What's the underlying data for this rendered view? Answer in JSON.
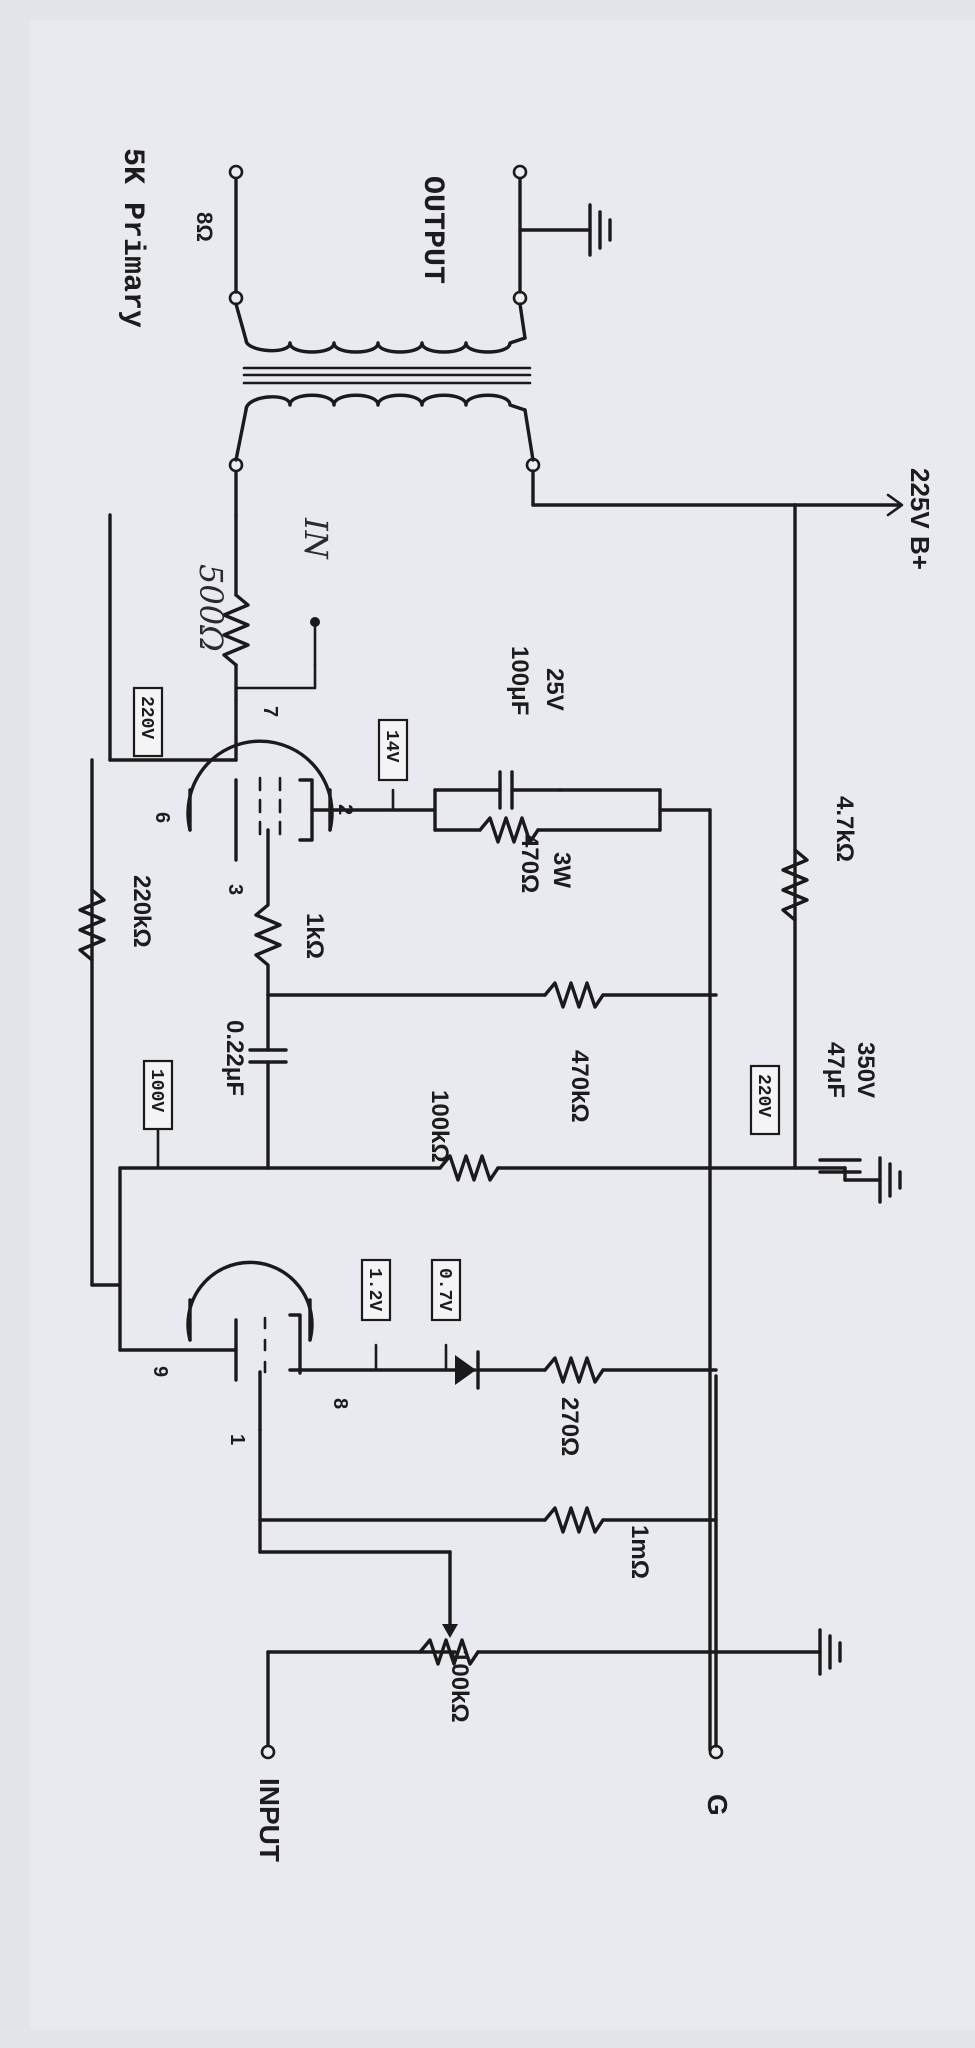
{
  "diagram": {
    "input_label": "INPUT",
    "ground_label": "G",
    "output_label": "OUTPUT",
    "primary_label": "5K Primary",
    "speaker_label": "8Ω",
    "bplus_label": "225V B+",
    "handwritten_in": "IN",
    "handwritten_resistor": "500Ω",
    "pins": {
      "v1_plate": "9",
      "v1_grid": "1",
      "v1_cathode": "8",
      "v2_grid": "3",
      "v2_cathode": "2",
      "v2_screen": "6",
      "v2_plate": "7"
    },
    "components": {
      "pot": "100kΩ",
      "grid_leak": "1mΩ",
      "cathode_res": "270Ω",
      "plate_load": "100kΩ",
      "coupling_cap": "0.22μF",
      "grid_stopper": "1kΩ",
      "grid_res": "470kΩ",
      "screen_res": "220kΩ",
      "cathode_res2": "470Ω",
      "cathode_res2_power": "3W",
      "bypass_cap": "100μF",
      "bypass_cap_voltage": "25V",
      "filter_cap": "47μF",
      "filter_cap_voltage": "350V",
      "dropping_res": "4.7kΩ"
    },
    "voltages": {
      "v1_plate": "100V",
      "v1_grid": "1.2V",
      "v1_cathode": "0.7V",
      "v2_screen": "220V",
      "v2_cathode": "14V",
      "supply": "220V"
    }
  }
}
